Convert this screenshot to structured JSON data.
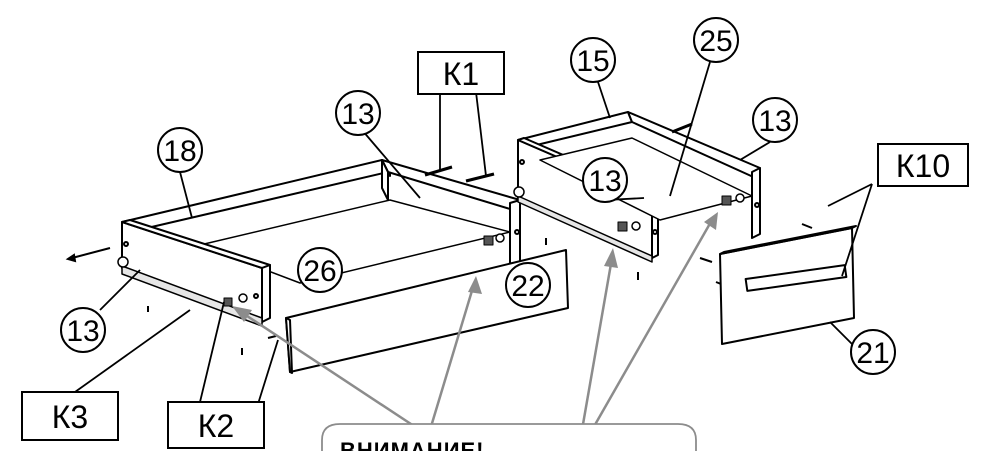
{
  "diagram": {
    "callouts": {
      "c18": "18",
      "c13_left_box": "13",
      "c13_left_side": "13",
      "c26": "26",
      "c22": "22",
      "c15": "15",
      "c25": "25",
      "c13_right_top": "13",
      "c13_right_inner": "13",
      "c21": "21"
    },
    "kit_labels": {
      "k1": "К1",
      "k2": "К2",
      "k3": "К3",
      "k10": "К10"
    },
    "warning_text": "ВНИМАНИЕ!"
  },
  "colors": {
    "line": "#000000",
    "arrow": "#8c8c8c",
    "panel_fill": "#ffffff"
  }
}
